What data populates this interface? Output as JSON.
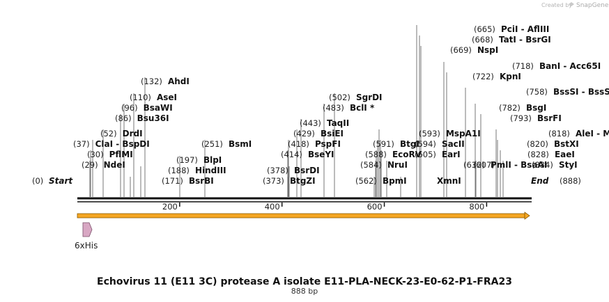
{
  "credit": "Created by",
  "brand": "SnapGene",
  "title": "Echovirus 11 (E11 3C) protease A isolate E11-PLA-NECK-23-E0-62-P1-FRA23",
  "length_text": "888 bp",
  "length_bp": 888,
  "start_label": "Start",
  "start_pos": "(0)",
  "end_label": "End",
  "end_pos": "(888)",
  "ticks": [
    {
      "bp": 200,
      "label": "200"
    },
    {
      "bp": 400,
      "label": "400"
    },
    {
      "bp": 600,
      "label": "600"
    },
    {
      "bp": 800,
      "label": "800"
    }
  ],
  "feature": {
    "name": "6xHis",
    "color": "#d8a7c3"
  },
  "orf_color": "#f5a623",
  "sites": [
    {
      "pos": "(37)",
      "parts": [
        "ClaI",
        "BspDI"
      ],
      "bp": 37
    },
    {
      "pos": "(30)",
      "parts": [
        "PflMI"
      ],
      "bp": 30
    },
    {
      "pos": "(29)",
      "parts": [
        "NdeI"
      ],
      "bp": 29
    },
    {
      "pos": "(52)",
      "parts": [
        "DrdI"
      ],
      "bp": 52
    },
    {
      "pos": "(86)",
      "parts": [
        "Bsu36I"
      ],
      "bp": 86
    },
    {
      "pos": "(96)",
      "parts": [
        "BsaWI"
      ],
      "bp": 96
    },
    {
      "pos": "(110)",
      "parts": [
        "AseI"
      ],
      "bp": 110
    },
    {
      "pos": "(132)",
      "parts": [
        "AhdI"
      ],
      "bp": 132
    },
    {
      "pos": "(188)",
      "parts": [
        "HindIII"
      ],
      "bp": 188
    },
    {
      "pos": "(171)",
      "parts": [
        "BsrBI"
      ],
      "bp": 171
    },
    {
      "pos": "(197)",
      "parts": [
        "BlpI"
      ],
      "bp": 197
    },
    {
      "pos": "(251)",
      "parts": [
        "BsmI"
      ],
      "bp": 251
    },
    {
      "pos": "(378)",
      "parts": [
        "BsrDI"
      ],
      "bp": 378
    },
    {
      "pos": "(373)",
      "parts": [
        "BtgZI"
      ],
      "bp": 373
    },
    {
      "pos": "(414)",
      "parts": [
        "BseYI"
      ],
      "bp": 414
    },
    {
      "pos": "(418)",
      "parts": [
        "PspFI"
      ],
      "bp": 418
    },
    {
      "pos": "(429)",
      "parts": [
        "BsiEI"
      ],
      "bp": 429
    },
    {
      "pos": "(443)",
      "parts": [
        "TaqII"
      ],
      "bp": 443
    },
    {
      "pos": "(483)",
      "parts": [
        "BclI *"
      ],
      "bp": 483
    },
    {
      "pos": "(502)",
      "parts": [
        "SgrDI"
      ],
      "bp": 502
    },
    {
      "pos": "(562)",
      "parts": [
        "BpmI"
      ],
      "bp": 562
    },
    {
      "pos": "(591)",
      "parts": [
        "BtgI"
      ],
      "bp": 591
    },
    {
      "pos": "(588)",
      "parts": [
        "EcoRV"
      ],
      "bp": 588
    },
    {
      "pos": "(584)",
      "parts": [
        "NruI"
      ],
      "bp": 584
    },
    {
      "pos": "(593)",
      "parts": [
        "MspA1I"
      ],
      "bp": 593
    },
    {
      "pos": "(594)",
      "parts": [
        "SacII"
      ],
      "bp": 594
    },
    {
      "pos": "(605)",
      "parts": [
        "EarI"
      ],
      "bp": 605
    },
    {
      "pos": "(632)",
      "parts": [
        "PmlI",
        "BsaAI"
      ],
      "bp": 632
    },
    {
      "pos": "",
      "parts": [
        "XmnI"
      ],
      "bp": 640
    },
    {
      "pos": "(665)",
      "parts": [
        "PciI",
        "AflIII"
      ],
      "bp": 665
    },
    {
      "pos": "(668)",
      "parts": [
        "TatI",
        "BsrGI"
      ],
      "bp": 668
    },
    {
      "pos": "(669)",
      "parts": [
        "NspI"
      ],
      "bp": 669
    },
    {
      "pos": "(718)",
      "parts": [
        "BanI",
        "Acc65I"
      ],
      "bp": 718
    },
    {
      "pos": "(722)",
      "parts": [
        "KpnI"
      ],
      "bp": 722
    },
    {
      "pos": "(758)",
      "parts": [
        "BssSI",
        "BssSαI"
      ],
      "bp": 758
    },
    {
      "pos": "(782)",
      "parts": [
        "BsgI"
      ],
      "bp": 782
    },
    {
      "pos": "(793)",
      "parts": [
        "BsrFI"
      ],
      "bp": 793
    },
    {
      "pos": "(607)",
      "parts": [],
      "bp": 607
    },
    {
      "pos": "(818)",
      "parts": [
        "AleI",
        "MslI"
      ],
      "bp": 818
    },
    {
      "pos": "(820)",
      "parts": [
        "BstXI"
      ],
      "bp": 820
    },
    {
      "pos": "(828)",
      "parts": [
        "EaeI"
      ],
      "bp": 828
    },
    {
      "pos": "(834)",
      "parts": [
        "StyI"
      ],
      "bp": 834
    }
  ]
}
